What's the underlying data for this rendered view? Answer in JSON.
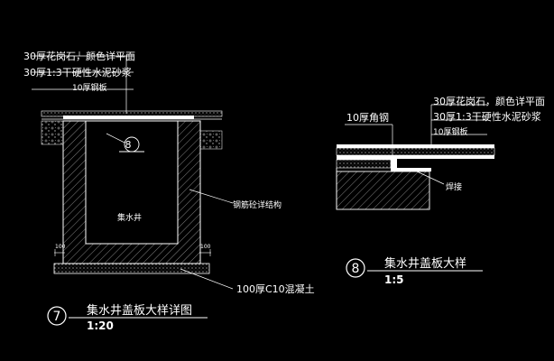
{
  "detail7": {
    "layers": [
      "30厚花岗石，颜色详平面",
      "30厚1:3干硬性水泥砂浆",
      "10厚钢板"
    ],
    "callout_number": "8",
    "well_label": "集水井",
    "structure_label": "钢筋砼详结构",
    "base_label": "100厚C10混凝土",
    "dim_left": "100",
    "dim_right": "100",
    "title_number": "7",
    "title": "集水井盖板大样详图",
    "scale": "1:20"
  },
  "detail8": {
    "angle_label": "10厚角钢",
    "layers": [
      "30厚花岗石，颜色详平面",
      "30厚1:3干硬性水泥砂浆",
      "10厚钢板"
    ],
    "weld_label": "焊接",
    "title_number": "8",
    "title": "集水井盖板大样",
    "scale": "1:5"
  },
  "colors": {
    "background": "#000000",
    "lines": "#ffffff",
    "leaders": "#ffffff"
  }
}
